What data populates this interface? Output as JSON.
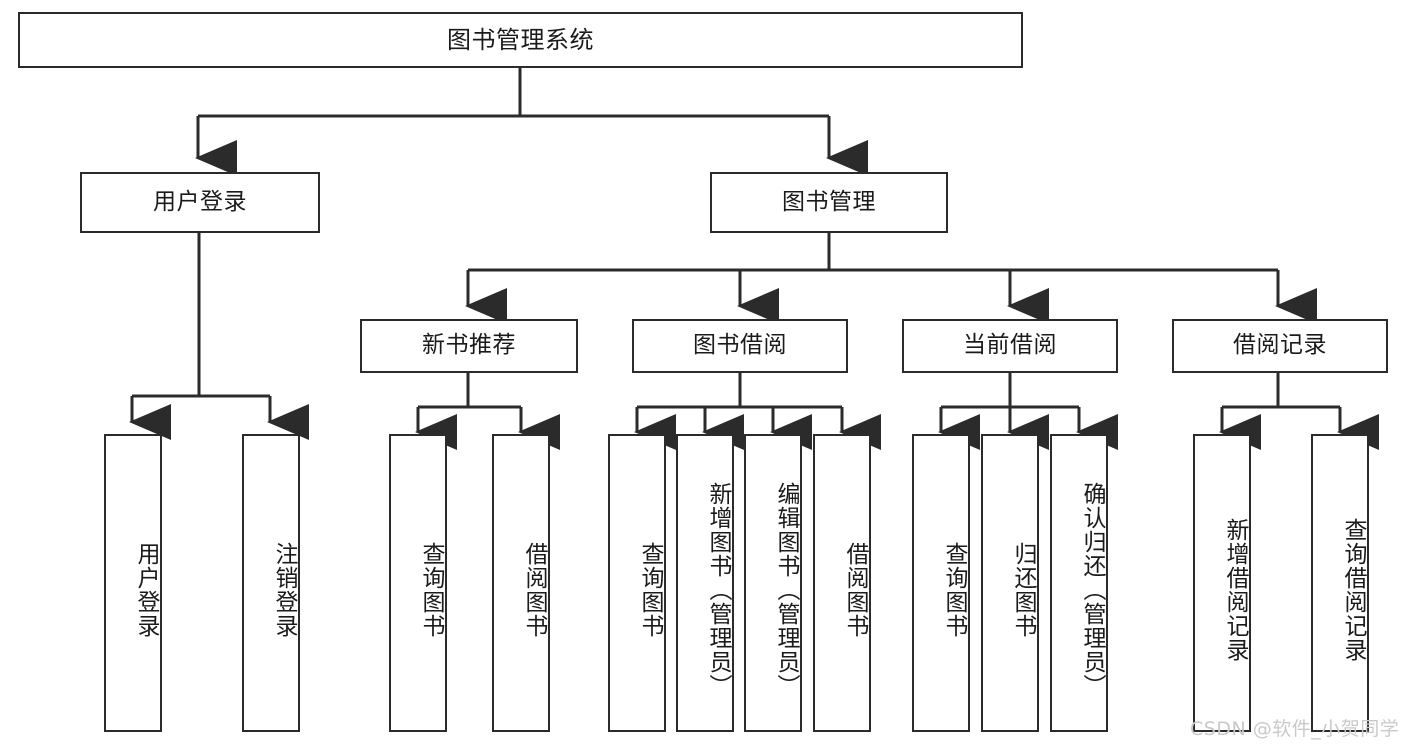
{
  "diagram": {
    "title": "图书管理系统",
    "watermark": "CSDN @软件_小贺同学",
    "accent_color": "#2b2b2b",
    "background_color": "#ffffff",
    "levels": {
      "level1": [
        {
          "label": "图书管理系统"
        }
      ],
      "level2": [
        {
          "label": "用户登录"
        },
        {
          "label": "图书管理"
        }
      ],
      "level3": [
        {
          "label": "新书推荐"
        },
        {
          "label": "图书借阅"
        },
        {
          "label": "当前借阅"
        },
        {
          "label": "借阅记录"
        }
      ],
      "level4": [
        {
          "label": "用户登录",
          "parent": "用户登录"
        },
        {
          "label": "注销登录",
          "parent": "用户登录"
        },
        {
          "label": "查询图书",
          "parent": "新书推荐"
        },
        {
          "label": "借阅图书",
          "parent": "新书推荐"
        },
        {
          "label": "查询图书",
          "parent": "图书借阅"
        },
        {
          "label": "新增图书（管理员）",
          "parent": "图书借阅"
        },
        {
          "label": "编辑图书（管理员）",
          "parent": "图书借阅"
        },
        {
          "label": "借阅图书",
          "parent": "图书借阅"
        },
        {
          "label": "查询图书",
          "parent": "当前借阅"
        },
        {
          "label": "归还图书",
          "parent": "当前借阅"
        },
        {
          "label": "确认归还（管理员）",
          "parent": "当前借阅"
        },
        {
          "label": "新增借阅记录",
          "parent": "借阅记录"
        },
        {
          "label": "查询借阅记录",
          "parent": "借阅记录"
        }
      ]
    }
  }
}
